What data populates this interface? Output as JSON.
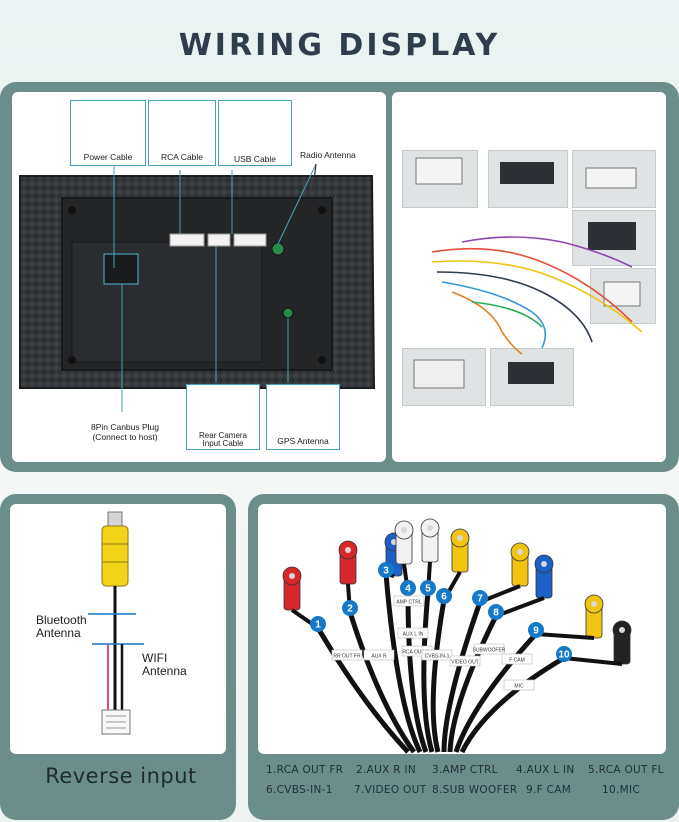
{
  "title": "WIRING DISPLAY",
  "head_unit": {
    "power_cable": "Power Cable",
    "rca_cable": "RCA Cable",
    "usb_cable": "USB Cable",
    "radio_antenna": "Radio Antenna",
    "canbus_line1": "8Pin Canbus Plug",
    "canbus_line2": "(Connect to host)",
    "rear_cam_line1": "Rear Camera",
    "rear_cam_line2": "Input Cable",
    "gps_antenna": "GPS Antenna"
  },
  "antenna_panel": {
    "bluetooth_line1": "Bluetooth",
    "bluetooth_line2": "Antenna",
    "wifi_line1": "WIFI",
    "wifi_line2": "Antenna",
    "reverse_input": "Reverse input"
  },
  "rca_panel": {
    "numbers": [
      "1",
      "2",
      "3",
      "4",
      "5",
      "6",
      "7",
      "8",
      "9",
      "10"
    ],
    "tags": [
      "RR OUT FR",
      "AUX R",
      "AMP CTRL",
      "AUX L IN",
      "RCA OUT FL",
      "CVBS-IN-1",
      "VIDEO OUT",
      "SUBWOOFER",
      "F CAM",
      "MIC"
    ],
    "legend": [
      "1.RCA OUT FR",
      "2.AUX R IN",
      "3.AMP CTRL",
      "4.AUX L IN",
      "5.RCA OUT FL",
      "6.CVBS-IN-1",
      "7.VIDEO OUT",
      "8.SUB WOOFER",
      "9.F CAM",
      "10.MIC"
    ]
  },
  "colors": {
    "panel": "#6c8e8b",
    "accent_blue": "#1479c9",
    "rca_red": "#d8262b",
    "rca_white": "#f1f1f1",
    "rca_yellow": "#f1c40f",
    "rca_blue": "#1e60c9",
    "plug_yellow": "#f3d21a"
  }
}
